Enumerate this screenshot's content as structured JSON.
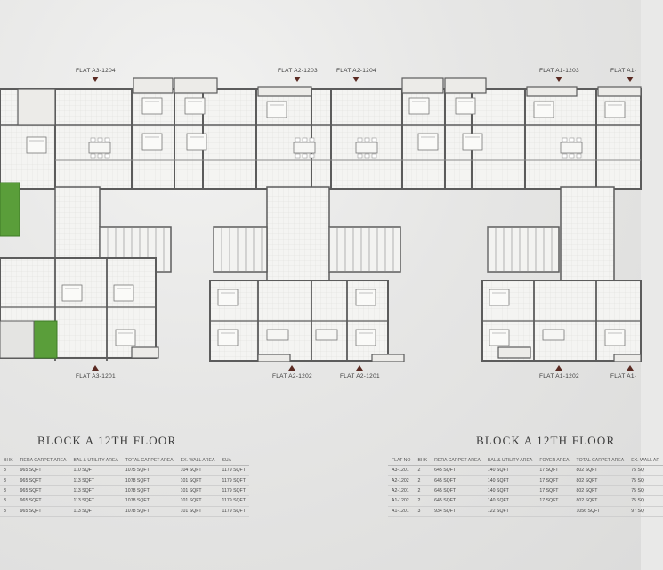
{
  "flat_labels_top": [
    "FLAT A3-1204",
    "FLAT A2-1203",
    "FLAT A2-1204",
    "FLAT A1-1203",
    "FLAT A1-"
  ],
  "flat_labels_bottom": [
    "FLAT A3-1201",
    "FLAT A2-1202",
    "FLAT A2-1201",
    "FLAT A1-1202",
    "FLAT A1-"
  ],
  "left_block": {
    "title": "BLOCK A 12TH FLOOR",
    "headers": [
      "BHK",
      "RERA CARPET AREA",
      "BAL & UTILITY AREA",
      "TOTAL CARPET AREA",
      "EX. WALL AREA",
      "SUA"
    ],
    "rows": [
      [
        "3",
        "965 SQFT",
        "110 SQFT",
        "1075 SQFT",
        "104 SQFT",
        "1179 SQFT"
      ],
      [
        "3",
        "965 SQFT",
        "113 SQFT",
        "1078 SQFT",
        "101 SQFT",
        "1179 SQFT"
      ],
      [
        "3",
        "965 SQFT",
        "113 SQFT",
        "1078 SQFT",
        "101 SQFT",
        "1179 SQFT"
      ],
      [
        "3",
        "965 SQFT",
        "113 SQFT",
        "1078 SQFT",
        "101 SQFT",
        "1179 SQFT"
      ],
      [
        "3",
        "965 SQFT",
        "113 SQFT",
        "1078 SQFT",
        "101 SQFT",
        "1179 SQFT"
      ]
    ]
  },
  "right_block": {
    "title": "BLOCK A 12TH FLOOR",
    "headers": [
      "FLAT NO",
      "BHK",
      "RERA CARPET AREA",
      "BAL & UTILITY AREA",
      "FOYER AREA",
      "TOTAL CARPET AREA",
      "EX. WALL AR"
    ],
    "rows": [
      [
        "A3-1201",
        "2",
        "645 SQFT",
        "140 SQFT",
        "17 SQFT",
        "802 SQFT",
        "75 SQ"
      ],
      [
        "A2-1202",
        "2",
        "645 SQFT",
        "140 SQFT",
        "17 SQFT",
        "802 SQFT",
        "75 SQ"
      ],
      [
        "A2-1201",
        "2",
        "645 SQFT",
        "140 SQFT",
        "17 SQFT",
        "802 SQFT",
        "75 SQ"
      ],
      [
        "A1-1202",
        "2",
        "645 SQFT",
        "140 SQFT",
        "17 SQFT",
        "802 SQFT",
        "75 SQ"
      ],
      [
        "A1-1201",
        "3",
        "934 SQFT",
        "122 SQFT",
        "",
        "1056 SQFT",
        "97 SQ"
      ]
    ]
  },
  "colors": {
    "wall": "#5c5c5c",
    "green": "#5a9e3a",
    "arrow": "#5a2a22"
  }
}
